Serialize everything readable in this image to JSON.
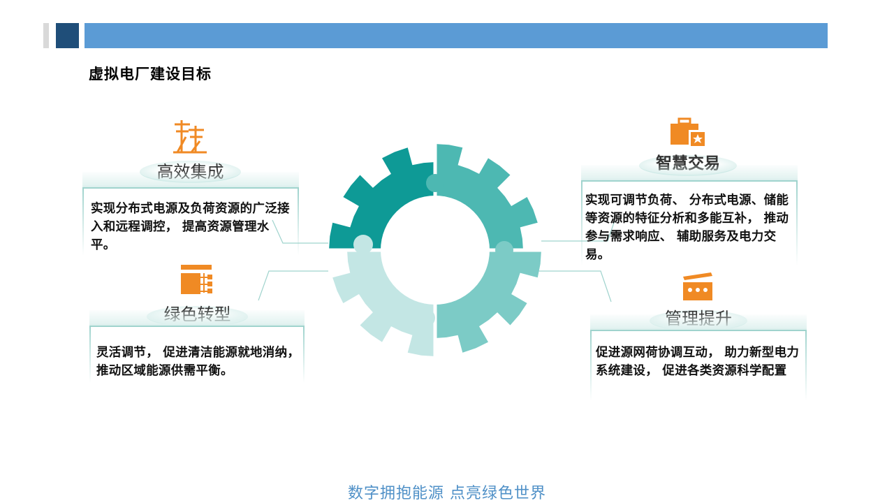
{
  "page": {
    "title": "虚拟电厂建设目标",
    "footer": "数字拥抱能源  点亮绿色世界"
  },
  "colors": {
    "header_square": "#1f4e79",
    "header_bar": "#5b9bd5",
    "gear_dark": "#0e9a96",
    "gear_mid": "#4db8b2",
    "gear_light": "#c3e6e4",
    "gear_soft": "#7ccbc6",
    "icon_orange": "#f08a24",
    "footer": "#4f90c7"
  },
  "sections": {
    "efficient": {
      "icon": "power-tower-icon",
      "label": "高效集成",
      "text": "实现分布式电源及负荷资源的广泛接入和远程调控， 提高资源管理水平。"
    },
    "green": {
      "icon": "org-chart-icon",
      "label": "绿色转型",
      "text": "灵活调节， 促进清洁能源就地消纳， 推动区域能源供需平衡。"
    },
    "trade": {
      "icon": "briefcase-star-icon",
      "label": "智慧交易",
      "text": "实现可调节负荷、 分布式电源、储能等资源的特征分析和多能互补， 推动参与需求响应、 辅助服务及电力交易。"
    },
    "manage": {
      "icon": "clapperboard-icon",
      "label": "管理提升",
      "text": "促进源网荷协调互动， 助力新型电力系统建设， 促进各类资源科学配置"
    }
  }
}
